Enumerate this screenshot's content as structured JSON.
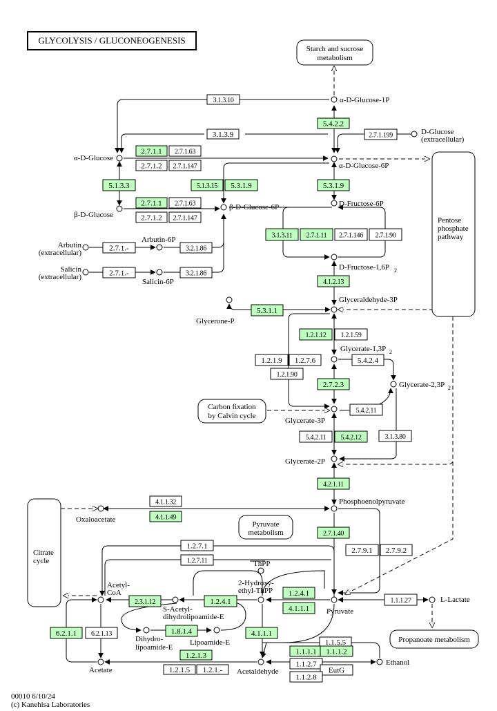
{
  "title": "GLYCOLYSIS / GLUCONEOGENESIS",
  "footer": {
    "line1": "00010 6/10/24",
    "line2": "(c) Kanehisa Laboratories"
  },
  "colors": {
    "enzyme_found": "#bfffbf",
    "enzyme_absent": "#ffffff",
    "line": "#000000"
  },
  "maps": [
    {
      "id": "starch",
      "lines": [
        "Starch and sucrose",
        "metabolism"
      ]
    },
    {
      "id": "pentose",
      "lines": [
        "Pentose",
        "phosphate",
        "pathway"
      ]
    },
    {
      "id": "carbon",
      "lines": [
        "Carbon fixation",
        "by Calvin cycle"
      ]
    },
    {
      "id": "pyruvate",
      "lines": [
        "Pyruvate",
        "metabolism"
      ]
    },
    {
      "id": "citrate",
      "lines": [
        "Citrate",
        "cycle"
      ]
    },
    {
      "id": "propanoate",
      "lines": [
        "Propanoate metabolism"
      ]
    }
  ],
  "compounds": [
    {
      "id": "aglc1p",
      "lines": [
        "α-D-Glucose-1P"
      ]
    },
    {
      "id": "dglc",
      "lines": [
        "D-Glucose",
        "(extracellular)"
      ]
    },
    {
      "id": "aglc",
      "lines": [
        "α-D-Glucose"
      ]
    },
    {
      "id": "aglc6p",
      "lines": [
        "α-D-Glucose-6P"
      ]
    },
    {
      "id": "bglc",
      "lines": [
        "β-D-Glucose"
      ]
    },
    {
      "id": "bglc6p",
      "lines": [
        "β-D-Glucose-6P"
      ]
    },
    {
      "id": "fru6p",
      "lines": [
        "D-Fructose-6P"
      ]
    },
    {
      "id": "arbutin",
      "lines": [
        "Arbutin",
        "(extracellular)"
      ]
    },
    {
      "id": "arb6p",
      "lines": [
        "Arbutin-6P"
      ]
    },
    {
      "id": "salicin",
      "lines": [
        "Salicin",
        "(extracellular)"
      ]
    },
    {
      "id": "sal6p",
      "lines": [
        "Salicin-6P"
      ]
    },
    {
      "id": "fbp",
      "lines": [
        "D-Fructose-1,6P",
        "2"
      ]
    },
    {
      "id": "g3p",
      "lines": [
        "Glyceraldehyde-3P"
      ]
    },
    {
      "id": "dhap",
      "lines": [
        "Glycerone-P"
      ]
    },
    {
      "id": "bpg",
      "lines": [
        "Glycerate-1,3P",
        "2"
      ]
    },
    {
      "id": "g23p",
      "lines": [
        "Glycerate-2,3P",
        "2"
      ]
    },
    {
      "id": "gly3p",
      "lines": [
        "Glycerate-3P"
      ]
    },
    {
      "id": "gly2p",
      "lines": [
        "Glycerate-2P"
      ]
    },
    {
      "id": "pep",
      "lines": [
        "Phosphoenolpyruvate"
      ]
    },
    {
      "id": "oaa",
      "lines": [
        "Oxaloacetate"
      ]
    },
    {
      "id": "thpp",
      "lines": [
        "ThPP"
      ]
    },
    {
      "id": "hethpp",
      "lines": [
        "2-Hydroxy-",
        "ethyl-ThPP"
      ]
    },
    {
      "id": "acoa",
      "lines": [
        "Acetyl-",
        "CoA"
      ]
    },
    {
      "id": "sacl",
      "lines": [
        "S-Acetyl-",
        "dihydrolipoamide-E"
      ]
    },
    {
      "id": "dhl",
      "lines": [
        "Dihydro-",
        "lipoamide-E"
      ]
    },
    {
      "id": "lip",
      "lines": [
        "Lipoamide-E"
      ]
    },
    {
      "id": "pyr",
      "lines": [
        "Pyruvate"
      ]
    },
    {
      "id": "lac",
      "lines": [
        "L-Lactate"
      ]
    },
    {
      "id": "acet",
      "lines": [
        "Acetate"
      ]
    },
    {
      "id": "acald",
      "lines": [
        "Acetaldehyde"
      ]
    },
    {
      "id": "etoh",
      "lines": [
        "Ethanol"
      ]
    }
  ],
  "enzymes": [
    {
      "label": "3.1.3.10",
      "found": false
    },
    {
      "label": "5.4.2.2",
      "found": true
    },
    {
      "label": "3.1.3.9",
      "found": false
    },
    {
      "label": "2.7.1.199",
      "found": false
    },
    {
      "label": "2.7.1.1",
      "found": true
    },
    {
      "label": "2.7.1.63",
      "found": false
    },
    {
      "label": "2.7.1.2",
      "found": false
    },
    {
      "label": "2.7.1.147",
      "found": false
    },
    {
      "label": "5.1.3.3",
      "found": true
    },
    {
      "label": "5.1.3.15",
      "found": true
    },
    {
      "label": "5.3.1.9",
      "found": true
    },
    {
      "label": "5.3.1.9",
      "found": true
    },
    {
      "label": "2.7.1.1",
      "found": true
    },
    {
      "label": "2.7.1.63",
      "found": false
    },
    {
      "label": "2.7.1.2",
      "found": false
    },
    {
      "label": "2.7.1.147",
      "found": false
    },
    {
      "label": "3.1.3.11",
      "found": true
    },
    {
      "label": "2.7.1.11",
      "found": true
    },
    {
      "label": "2.7.1.146",
      "found": false
    },
    {
      "label": "2.7.1.90",
      "found": false
    },
    {
      "label": "2.7.1.-",
      "found": false
    },
    {
      "label": "3.2.1.86",
      "found": false
    },
    {
      "label": "2.7.1.-",
      "found": false
    },
    {
      "label": "3.2.1.86",
      "found": false
    },
    {
      "label": "4.1.2.13",
      "found": true
    },
    {
      "label": "5.3.1.1",
      "found": true
    },
    {
      "label": "1.2.1.12",
      "found": true
    },
    {
      "label": "1.2.1.59",
      "found": false
    },
    {
      "label": "1.2.1.9",
      "found": false
    },
    {
      "label": "1.2.7.6",
      "found": false
    },
    {
      "label": "5.4.2.4",
      "found": false
    },
    {
      "label": "1.2.1.90",
      "found": false
    },
    {
      "label": "2.7.2.3",
      "found": true
    },
    {
      "label": "5.4.2.11",
      "found": false
    },
    {
      "label": "5.4.2.11",
      "found": false
    },
    {
      "label": "5.4.2.12",
      "found": true
    },
    {
      "label": "3.1.3.80",
      "found": false
    },
    {
      "label": "4.2.1.11",
      "found": true
    },
    {
      "label": "4.1.1.32",
      "found": false
    },
    {
      "label": "4.1.1.49",
      "found": true
    },
    {
      "label": "2.7.1.40",
      "found": true
    },
    {
      "label": "2.7.9.1",
      "found": false
    },
    {
      "label": "2.7.9.2",
      "found": false
    },
    {
      "label": "1.2.7.1",
      "found": false
    },
    {
      "label": "1.2.7.11",
      "found": false
    },
    {
      "label": "2.3.1.12",
      "found": true
    },
    {
      "label": "1.2.4.1",
      "found": true
    },
    {
      "label": "1.2.4.1",
      "found": true
    },
    {
      "label": "4.1.1.1",
      "found": true
    },
    {
      "label": "1.1.1.27",
      "found": false
    },
    {
      "label": "6.2.1.1",
      "found": true
    },
    {
      "label": "6.2.1.13",
      "found": false
    },
    {
      "label": "1.8.1.4",
      "found": true
    },
    {
      "label": "4.1.1.1",
      "found": true
    },
    {
      "label": "1.1.5.5",
      "found": false
    },
    {
      "label": "1.2.1.3",
      "found": true
    },
    {
      "label": "1.1.1.1",
      "found": true
    },
    {
      "label": "1.1.1.2",
      "found": true
    },
    {
      "label": "1.2.1.5",
      "found": false
    },
    {
      "label": "1.2.1.-",
      "found": false
    },
    {
      "label": "1.1.2.7",
      "found": false
    },
    {
      "label": "EutG",
      "found": false
    },
    {
      "label": "1.1.2.8",
      "found": false
    }
  ]
}
